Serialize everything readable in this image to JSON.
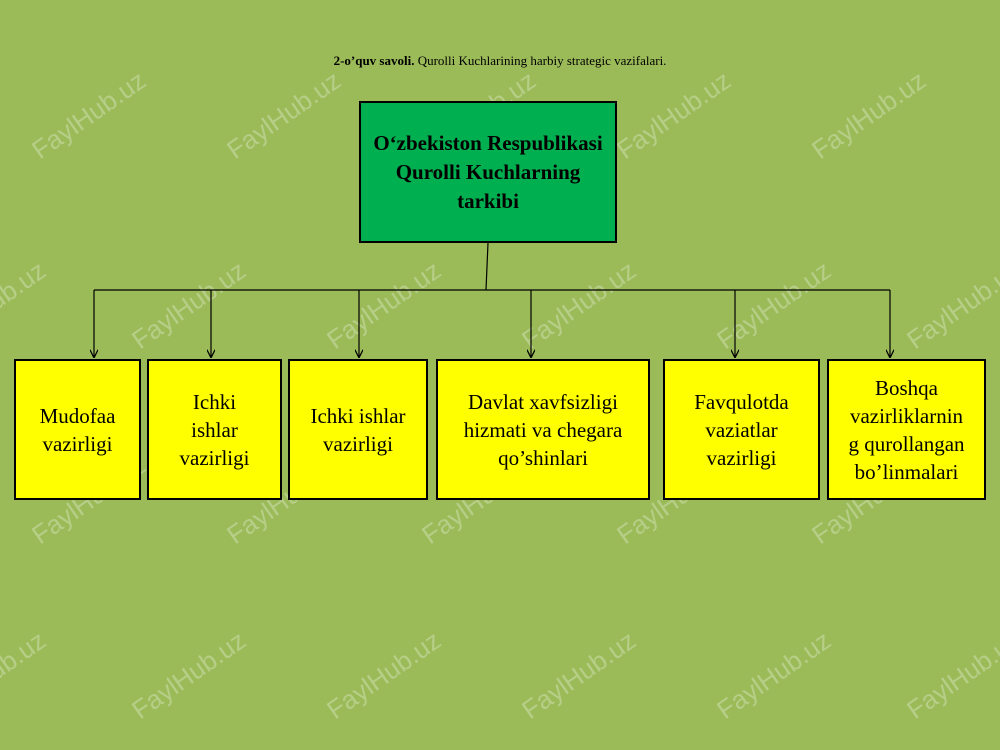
{
  "heading": {
    "bold": "2-o’quv savoli.",
    "text": " Qurolli Kuchlarining harbiy strategic vazifalari."
  },
  "root": {
    "label": "O‘zbekiston Respublikasi Qurolli Kuchlarning tarkibi"
  },
  "children": [
    {
      "label": "Mudofaa\n vazirligi"
    },
    {
      "label": "Ichki\n ishlar\n vazirligi"
    },
    {
      "label": "Ichki ishlar\n vazirligi"
    },
    {
      "label": "Davlat xavfsizligi\n hizmati va chegara\n qo’shinlari"
    },
    {
      "label": "Favqulotda\n vaziatlar\n vazirligi"
    },
    {
      "label": "Boshqa\n vazirliklarnin\ng qurollangan\n bo’linmalari"
    }
  ],
  "watermark": "FaylHub.uz",
  "colors": {
    "background": "#9bbb59",
    "root": "#00b050",
    "child": "#ffff00"
  }
}
